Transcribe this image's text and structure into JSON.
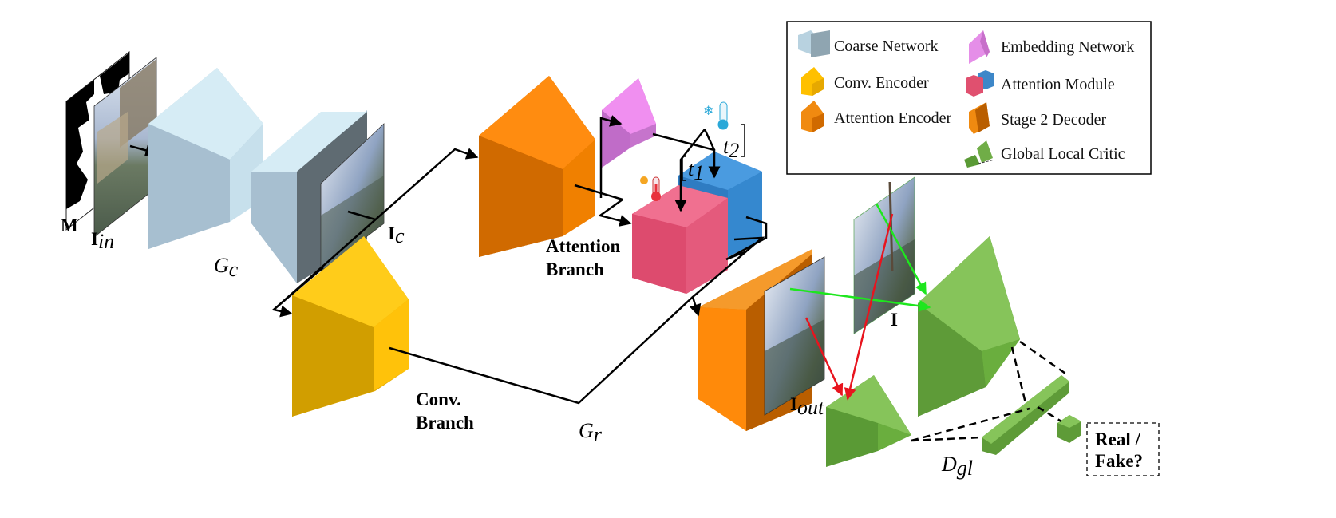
{
  "labels": {
    "mask": "M",
    "input": "I",
    "input_sub": "in",
    "coarse_out": "I",
    "coarse_out_sub": "c",
    "coarse_gen": "G",
    "coarse_gen_sub": "c",
    "refine_gen": "G",
    "refine_gen_sub": "r",
    "output": "I",
    "output_sub": "out",
    "gt": "I",
    "critic": "D",
    "critic_sub": "gl",
    "t1": "t",
    "t1_sub": "1",
    "t2": "t",
    "t2_sub": "2",
    "attention_branch_line1": "Attention",
    "attention_branch_line2": "Branch",
    "conv_branch_line1": "Conv.",
    "conv_branch_line2": "Branch",
    "real_fake_line1": "Real /",
    "real_fake_line2": "Fake?"
  },
  "legend": {
    "items": [
      {
        "label": "Coarse Network",
        "icon": "coarse-network-icon"
      },
      {
        "label": "Embedding Network",
        "icon": "embedding-network-icon"
      },
      {
        "label": "Conv. Encoder",
        "icon": "conv-encoder-icon"
      },
      {
        "label": "Attention Module",
        "icon": "attention-module-icon"
      },
      {
        "label": "Attention Encoder",
        "icon": "attention-encoder-icon"
      },
      {
        "label": "Stage 2 Decoder",
        "icon": "stage2-decoder-icon"
      },
      {
        "label": "Global Local Critic",
        "icon": "global-local-critic-icon"
      }
    ]
  },
  "colors": {
    "coarse": "#c9e3ef",
    "coarse_dark": "#9fbdcc",
    "embedding": "#e58ee8",
    "conv_encoder": "#ffc000",
    "attention_encoder": "#f59a1b",
    "attention_red": "#e0506f",
    "attention_blue": "#3d87c8",
    "critic": "#70ad47",
    "arrow_green": "#1ee61e",
    "arrow_red": "#e8141e"
  }
}
